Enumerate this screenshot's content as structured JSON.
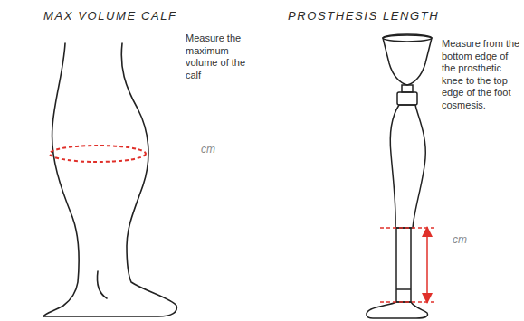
{
  "diagram": {
    "labels": [
      "MAX VOLUME CALF",
      "Measure the maximum volume of the calf",
      "cm",
      "PROSTHESIS LENGTH",
      "Measure from the bottom edge of the prosthetic knee to the top edge of the foot cosmesis.",
      "cm"
    ]
  }
}
